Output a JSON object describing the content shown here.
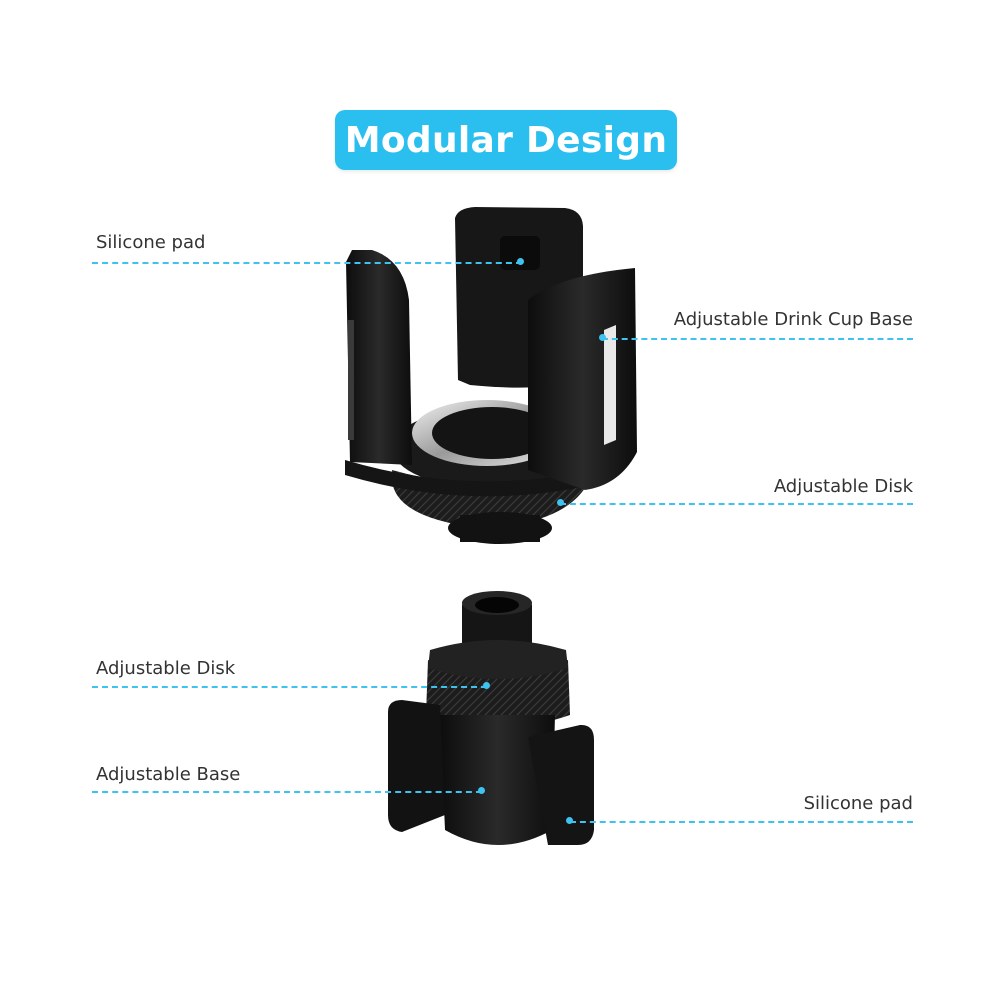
{
  "banner": {
    "title": "Modular Design"
  },
  "colors": {
    "banner_background": "#2bbfef",
    "leader_line": "#3ec2ef",
    "product_body": "#1b1b1b"
  },
  "callouts": {
    "top_silicone_pad": "Silicone pad",
    "top_drink_cup_base": "Adjustable Drink Cup Base",
    "top_adjustable_disk": "Adjustable Disk",
    "bottom_adjustable_disk": "Adjustable Disk",
    "bottom_adjustable_base": "Adjustable Base",
    "bottom_silicone_pad": "Silicone pad"
  },
  "icons": [
    "cup-holder-top-module",
    "cup-holder-bottom-module"
  ]
}
